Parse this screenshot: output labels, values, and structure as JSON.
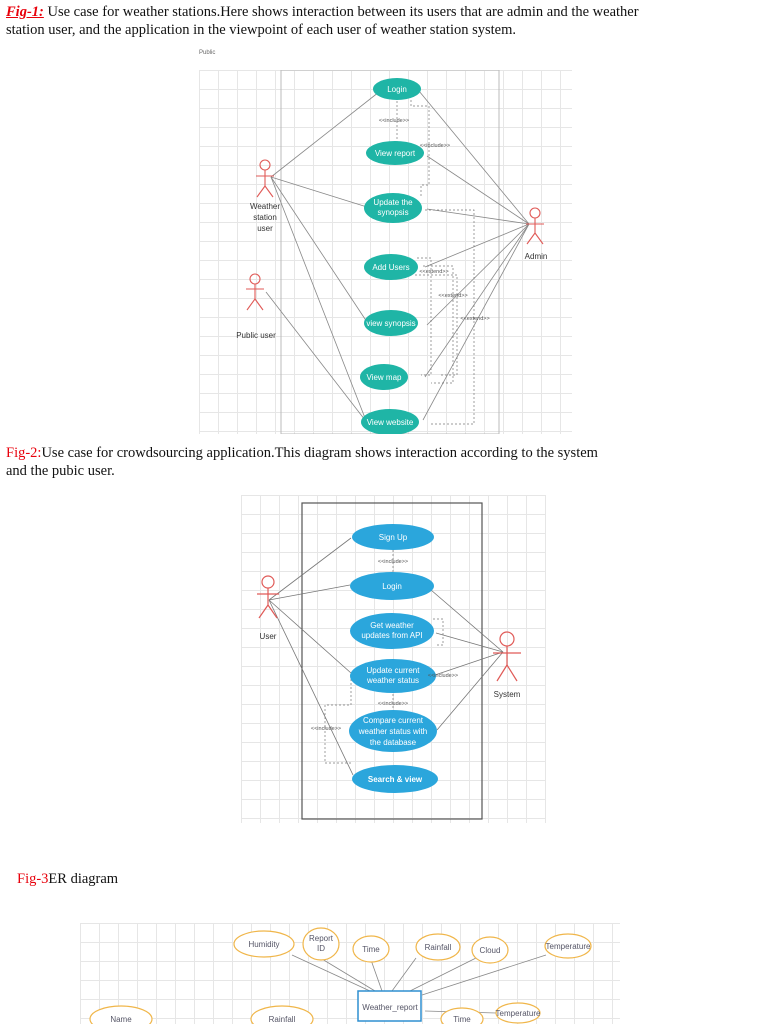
{
  "fig1": {
    "label": "Fig-1:",
    "line1": "Use case for weather stations.Here shows interaction between its users that are admin and the weather",
    "line2": "station user, and the application in the viewpoint of each user of weather station system.",
    "header_tiny": "Public",
    "actors": [
      "Weather station user",
      "Public user",
      "Admin"
    ],
    "actor_lines": {
      "weather": [
        "Weather",
        "station",
        "user"
      ],
      "public": "Public user",
      "admin": "Admin"
    },
    "use_cases": [
      "Login",
      "View report",
      "Update the synopsis",
      "Add Users",
      "view synopsis",
      "View map",
      "View website"
    ],
    "update_lines": [
      "Update the",
      "synopsis"
    ],
    "stereotypes": {
      "include1": "<<include>>",
      "include2": "<<include>>",
      "extend1": "<<extend>>",
      "extend2": "<<extend>>",
      "extend3": "<<extend>>"
    }
  },
  "fig2": {
    "label": "Fig-2:",
    "line1": "Use case for crowdsourcing application.This diagram shows interaction according to the system",
    "line2": "and the pubic user.",
    "actors": [
      "User",
      "System"
    ],
    "use_cases": {
      "signup": "Sign Up",
      "login": "Login",
      "get": [
        "Get weather",
        "updates from API"
      ],
      "update": [
        "Update current",
        "weather status"
      ],
      "compare": [
        "Compare current",
        "weather status with",
        "the database"
      ],
      "search": "Search & view"
    },
    "stereotypes": {
      "include1": "<<include>>",
      "include2": "<<include>>",
      "include3": "<<include>>",
      "include4": "<<include>>"
    }
  },
  "fig3": {
    "label": "Fig-3",
    "title": "ER diagram",
    "entity": "Weather_report",
    "attributes": [
      "Humidity",
      "Report ID",
      "Time",
      "Rainfall",
      "Cloud",
      "Temperature",
      "Name",
      "Rainfall",
      "Time",
      "Temperature"
    ],
    "report_id_lines": [
      "Report",
      "ID"
    ]
  },
  "colors": {
    "usecase_fig1": "#1fb5a6",
    "usecase_fig2": "#2ba6dc",
    "actor": "#e05a57",
    "er_attr": "#f0b64a",
    "er_entity": "#2f8fd0",
    "fig_label": "#e8000b"
  }
}
